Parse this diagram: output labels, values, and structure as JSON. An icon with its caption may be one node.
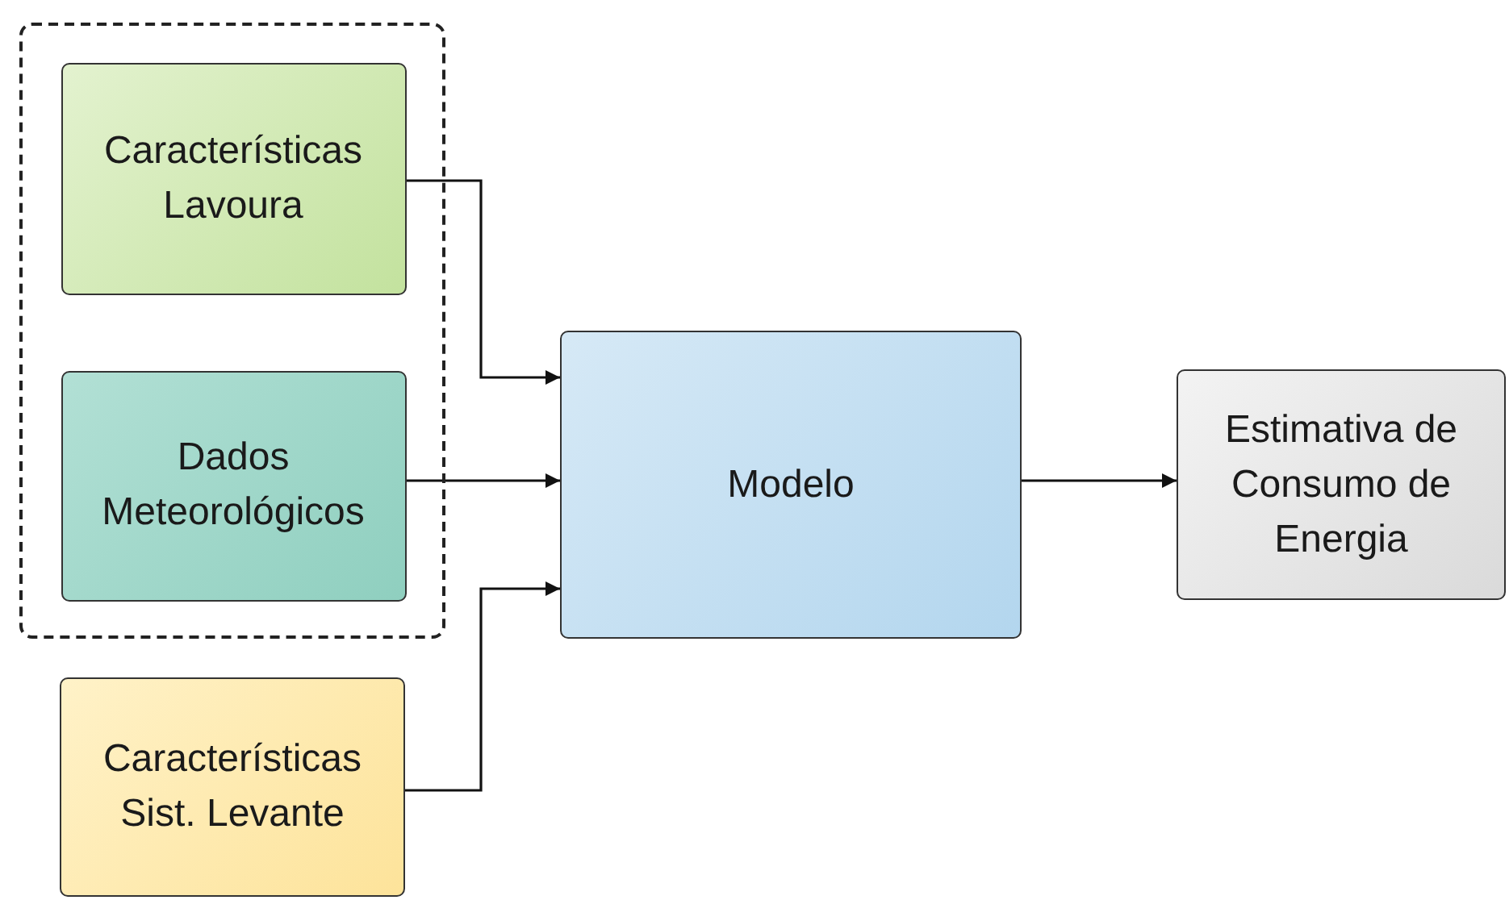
{
  "diagram": {
    "nodes": [
      {
        "text": [],
        "shape": "box"
      },
      {
        "text": [
          "Características Lavoura"
        ],
        "in": 0
      },
      {
        "text": [
          "Dados Meteorológicos"
        ],
        "in": 0
      },
      {
        "text": [
          "Características Sist. Levante"
        ]
      },
      {
        "text": [
          "Modelo"
        ]
      },
      {
        "text": [
          "Estimativa de Consumo de Energia"
        ]
      }
    ],
    "edges": [
      {
        "from": 1,
        "to": 4,
        "arrow": "to"
      },
      {
        "from": 2,
        "to": 4,
        "arrow": "to"
      },
      {
        "from": 3,
        "to": 4,
        "arrow": "to"
      },
      {
        "from": 4,
        "to": 5,
        "arrow": "to"
      }
    ]
  }
}
